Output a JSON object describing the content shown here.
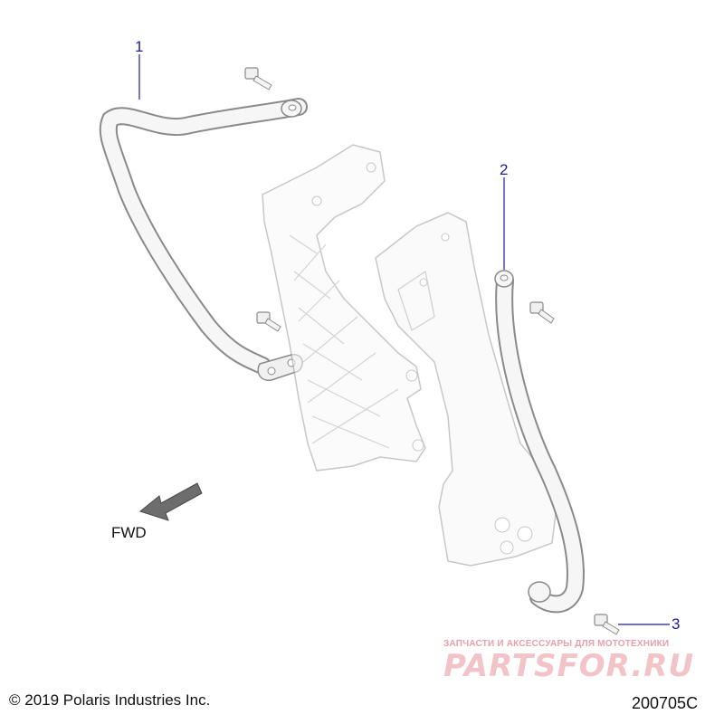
{
  "callouts": [
    {
      "number": "1"
    },
    {
      "number": "2"
    },
    {
      "number": "3"
    }
  ],
  "direction": {
    "label": "FWD",
    "icon": "left-arrow-icon"
  },
  "copyright": "© 2019 Polaris Industries Inc.",
  "figure_id": "200705C",
  "watermark": {
    "tagline": "ЗАПЧАСТИ И АКСЕССУАРЫ ДЛЯ МОТОТЕХНИКИ",
    "logo_text": "PARTSFOR.RU"
  },
  "colors": {
    "callout": "#1a1aa6",
    "line_art": "#8a8a8a",
    "part_fill": "#f4f4f4",
    "watermark": "#e8a0a8"
  }
}
